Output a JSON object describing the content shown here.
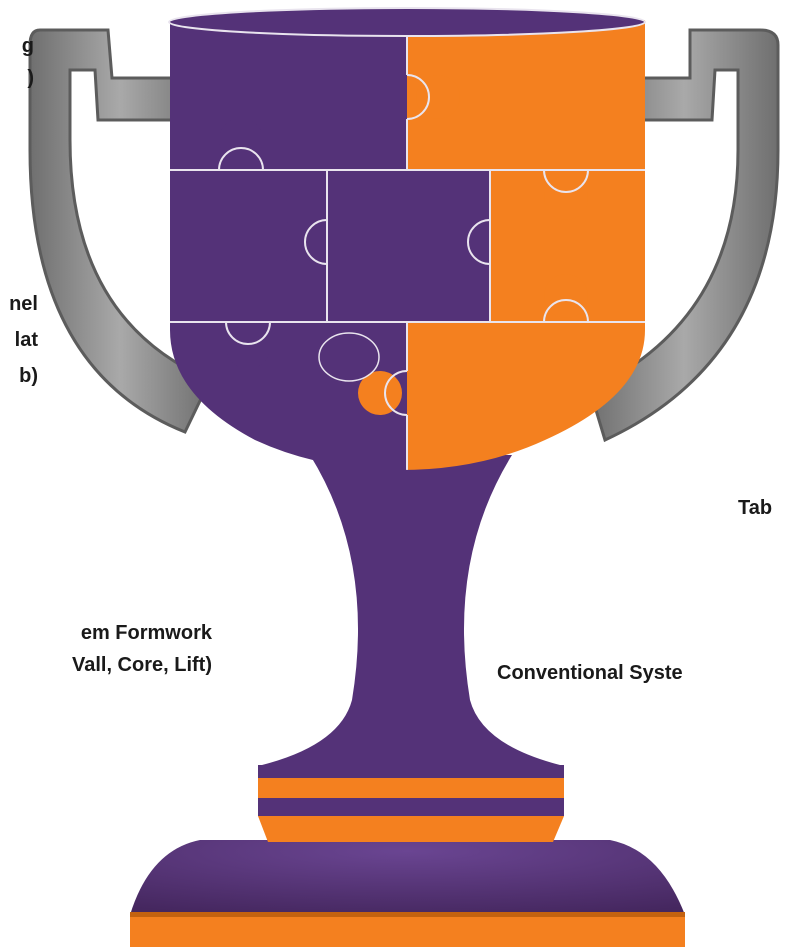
{
  "labels": {
    "top_left": "g\n)",
    "mid_left": "nel\nlat\nb)",
    "system_formwork": "em Formwork\nVall, Core, Lift)",
    "table": "Tab",
    "conventional": "Conventional Syste"
  },
  "colors": {
    "purple": "#543278",
    "orange": "#F4801F",
    "handle_gray": "#8e8e8e",
    "seam": "#e9e4ee",
    "text": "#1a1a1a"
  }
}
